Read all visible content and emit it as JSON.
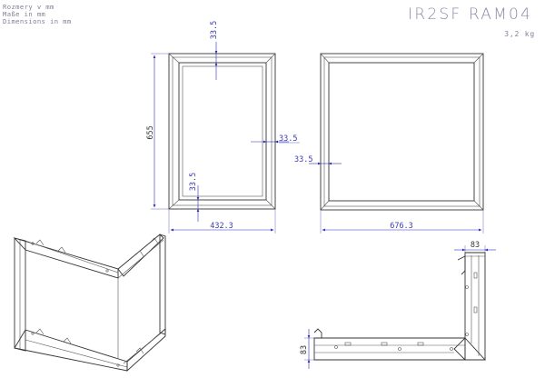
{
  "header": {
    "units_sk": "Rozmery v mm",
    "units_de": "Maße in mm",
    "units_en": "Dimensions in mm",
    "model": "IR2SF RAM04",
    "weight": "3,2 kg"
  },
  "dimensions": {
    "front_depth_top": "33.5",
    "front_height": "655",
    "front_width": "432.3",
    "front_depth_bottom": "33.5",
    "front_depth_right": "33.5",
    "side_depth_left": "33.5",
    "side_width": "676.3",
    "profile_top": "83",
    "profile_left": "83"
  },
  "colors": {
    "dimension": "#2a2ab8",
    "outline": "#333333",
    "header_text": "#7f7f9a"
  }
}
